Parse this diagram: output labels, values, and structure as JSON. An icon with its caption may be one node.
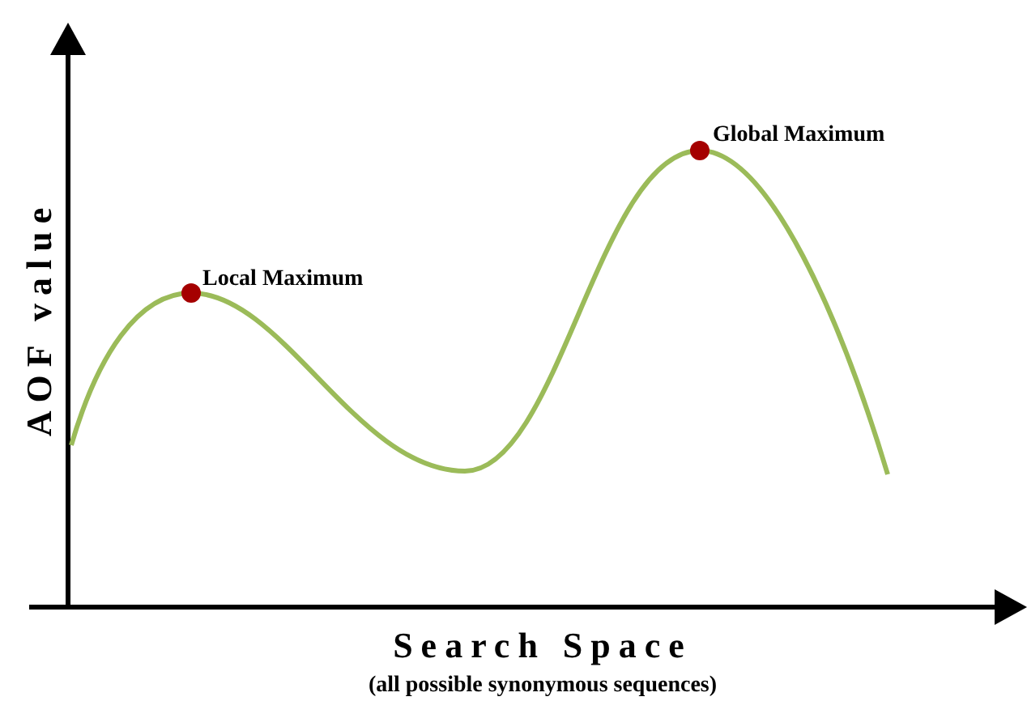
{
  "diagram": {
    "labels": [
      "AOF value",
      "Local Maximum",
      "Global Maximum",
      "Search Space",
      "(all possible synonymous sequences)"
    ]
  }
}
